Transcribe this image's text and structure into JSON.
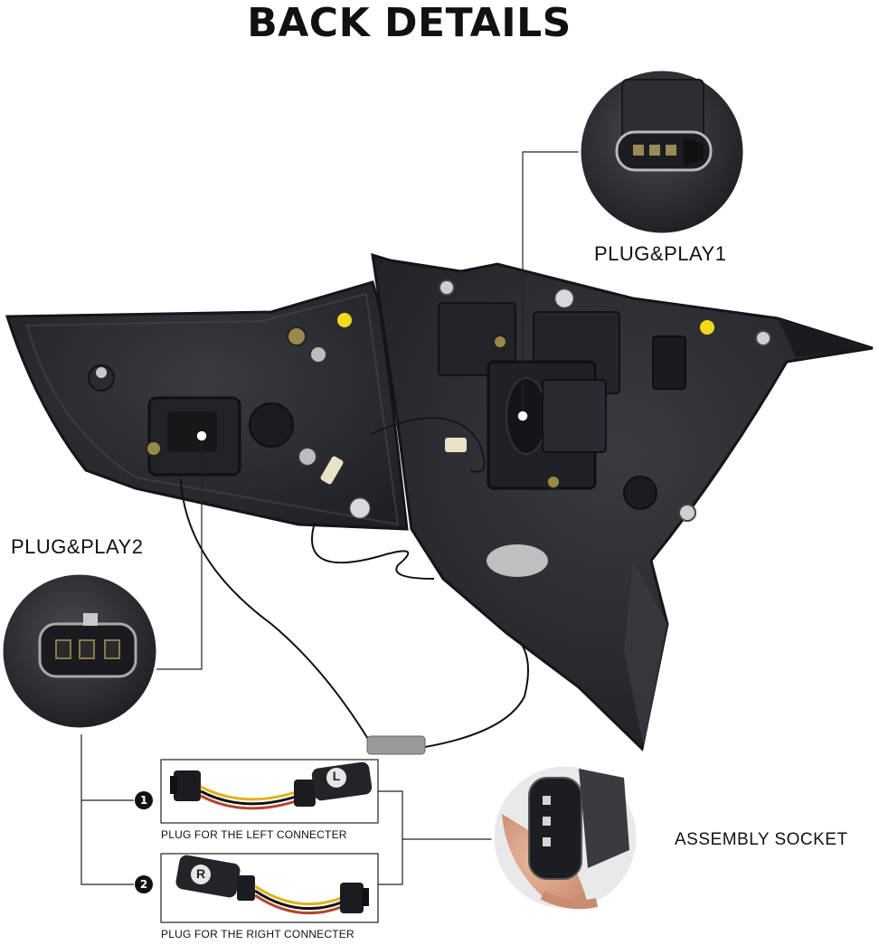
{
  "header": {
    "title": "BACK DETAILS"
  },
  "callouts": {
    "plug_play_1": "PLUG&PLAY1",
    "plug_play_2": "PLUG&PLAY2",
    "assembly_socket": "ASSEMBLY SOCKET"
  },
  "harness_options": [
    {
      "marker": "1",
      "caption": "PLUG FOR THE LEFT CONNECTER",
      "tag": "L"
    },
    {
      "marker": "2",
      "caption": "PLUG FOR THE RIGHT CONNECTER",
      "tag": "R"
    }
  ],
  "colors": {
    "housing": "#2b2c30",
    "housing_edge": "#1a1b1e",
    "wire": "#111111",
    "lead_yellow": "#e0b21a",
    "lead_red": "#b4432c"
  }
}
